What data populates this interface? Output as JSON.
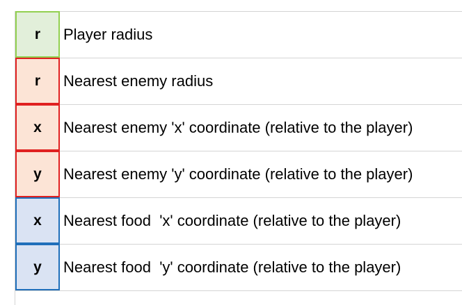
{
  "colors": {
    "player": {
      "fill": "#e2efda",
      "border": "#92d050"
    },
    "enemy": {
      "fill": "#fce4d6",
      "border": "#e02020"
    },
    "food": {
      "fill": "#dae3f3",
      "border": "#1f6fba"
    },
    "gridline": "#d4d4d4"
  },
  "rows": [
    {
      "code": "r",
      "description": "Player radius",
      "group": "player"
    },
    {
      "code": "r",
      "description": "Nearest enemy radius",
      "group": "enemy"
    },
    {
      "code": "x",
      "description": "Nearest enemy 'x' coordinate (relative to the player)",
      "group": "enemy"
    },
    {
      "code": "y",
      "description": "Nearest enemy 'y' coordinate (relative to the player)",
      "group": "enemy"
    },
    {
      "code": "x",
      "description": "Nearest food  'x' coordinate (relative to the player)",
      "group": "food"
    },
    {
      "code": "y",
      "description": "Nearest food  'y' coordinate (relative to the player)",
      "group": "food"
    }
  ]
}
